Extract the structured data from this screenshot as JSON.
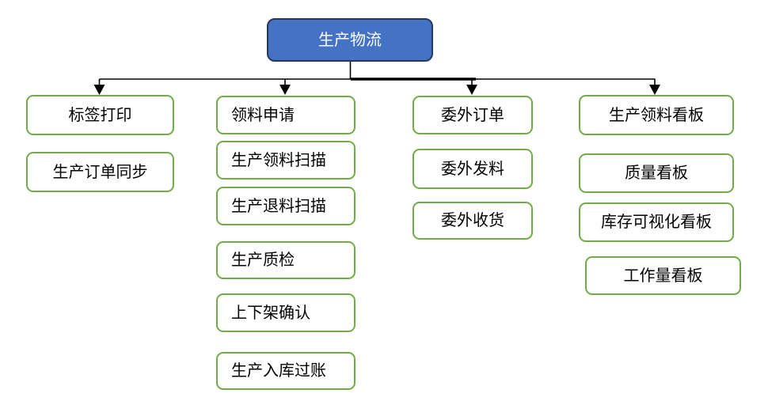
{
  "diagram": {
    "root": {
      "label": "生产物流"
    },
    "columns": [
      {
        "items": [
          "标签打印",
          "生产订单同步"
        ]
      },
      {
        "items": [
          "领料申请",
          "生产领料扫描",
          "生产退料扫描",
          "生产质检",
          "上下架确认",
          "生产入库过账"
        ]
      },
      {
        "items": [
          "委外订单",
          "委外发料",
          "委外收货"
        ]
      },
      {
        "items": [
          "生产领料看板",
          "质量看板",
          "库存可视化看板",
          "工作量看板"
        ]
      }
    ]
  },
  "colors": {
    "root-fill": "#4472C4",
    "root-border": "#233A5C",
    "node-border": "#70AD47",
    "node-text": "#000000",
    "root-text": "#FFFFFF",
    "connector": "#000000",
    "background": "#FFFFFF"
  }
}
